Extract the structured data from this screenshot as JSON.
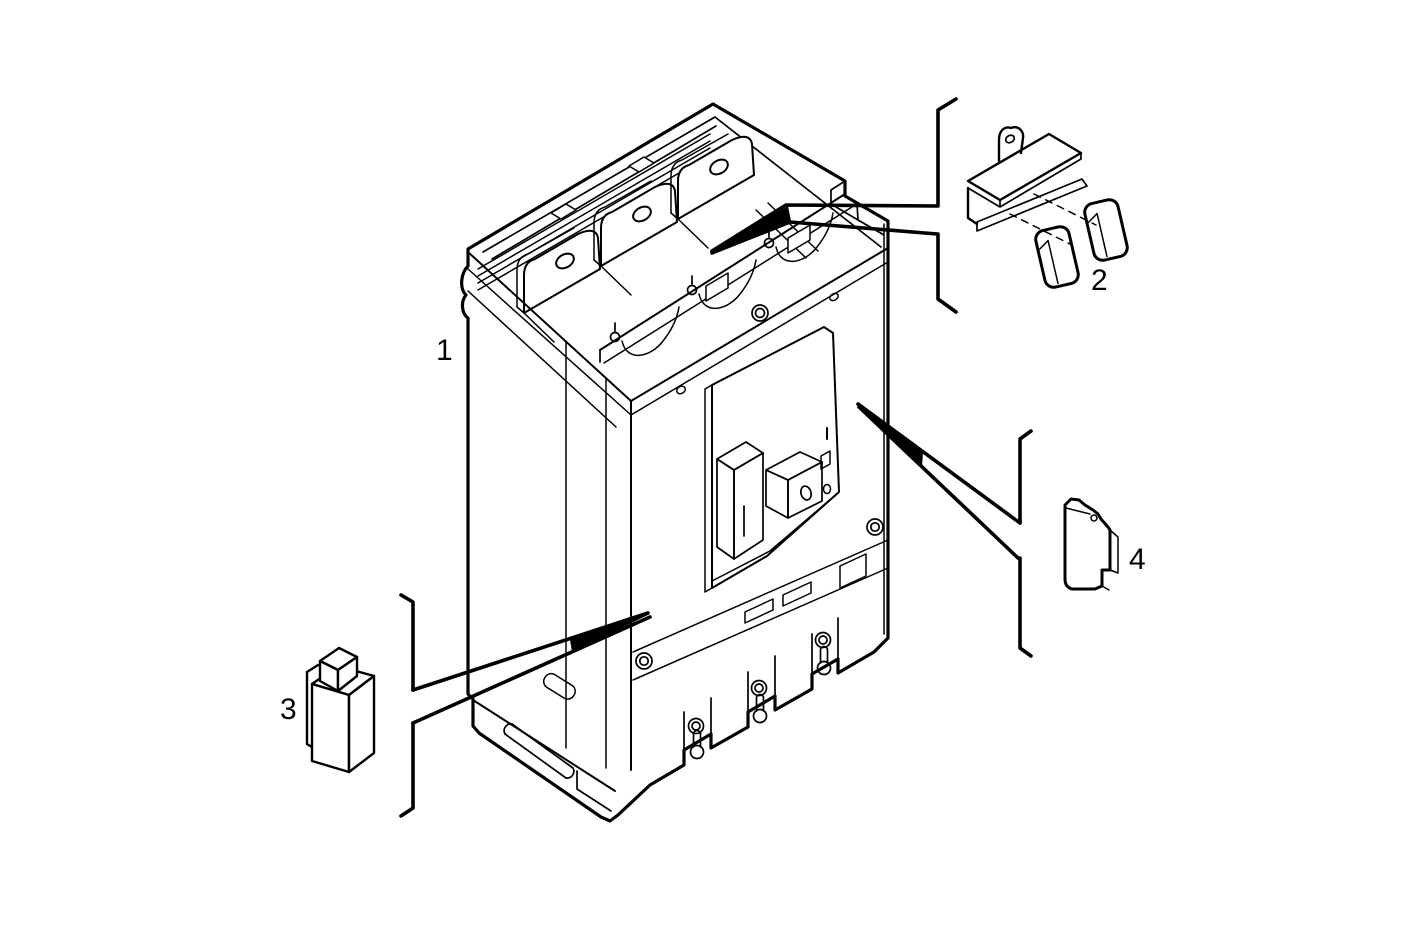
{
  "figure": {
    "type": "exploded-parts-line-diagram",
    "subject_icon": "molded-case-circuit-breaker",
    "background_color": "#ffffff",
    "line_color": "#000000",
    "callouts": [
      {
        "label": "1",
        "part_icon": "breaker-body"
      },
      {
        "label": "2",
        "part_icon": "mounting-bracket-with-two-blocks"
      },
      {
        "label": "3",
        "part_icon": "accessory-terminal-block"
      },
      {
        "label": "4",
        "part_icon": "side-cover-plate"
      }
    ]
  }
}
